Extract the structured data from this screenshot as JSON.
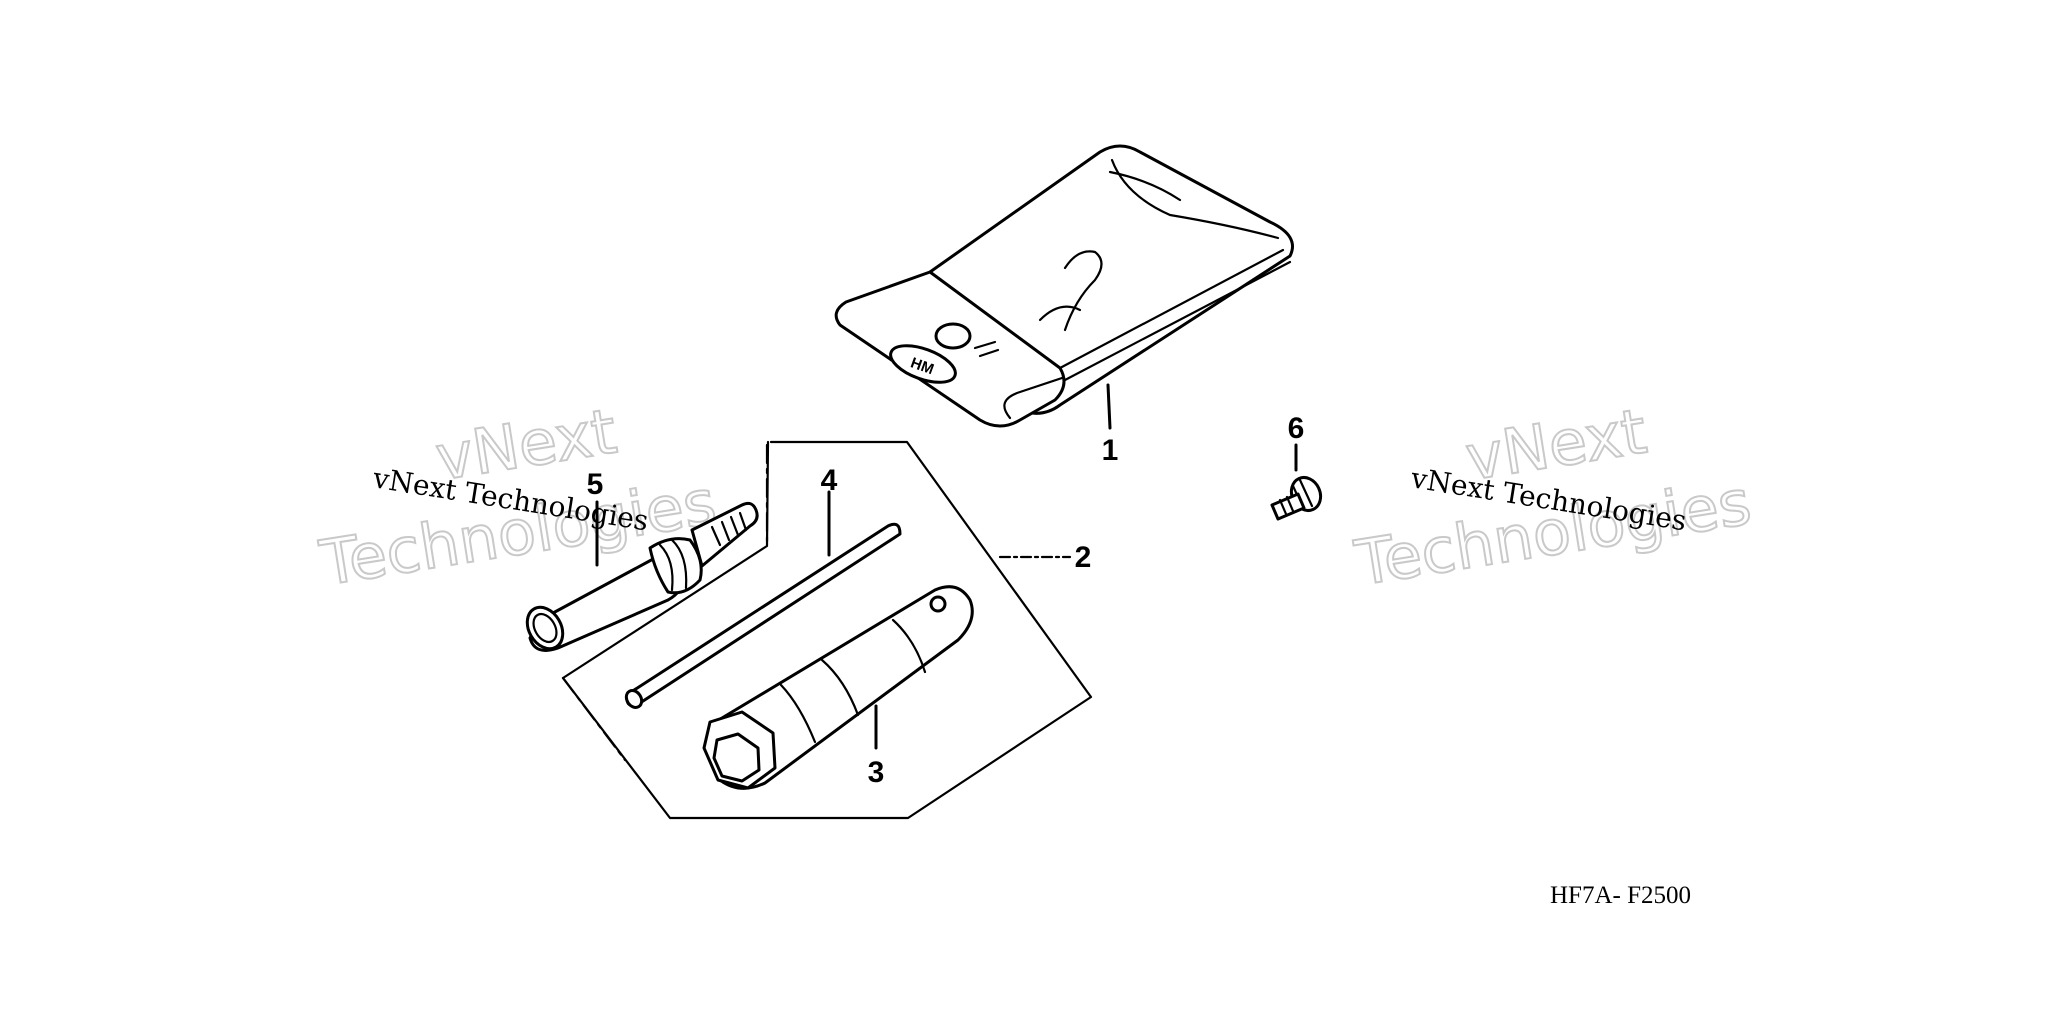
{
  "callouts": {
    "p1": "1",
    "p2": "2",
    "p3": "3",
    "p4": "4",
    "p5": "5",
    "p6": "6"
  },
  "diagram_code": "HF7A- F2500",
  "watermarks": {
    "brand_word": "vNext",
    "brand_full": "vNext Technologies",
    "brand_big": "Technologies"
  },
  "logo_text": "HM",
  "colors": {
    "line": "#000000",
    "background": "#ffffff",
    "watermark": "#c9c9c9"
  }
}
